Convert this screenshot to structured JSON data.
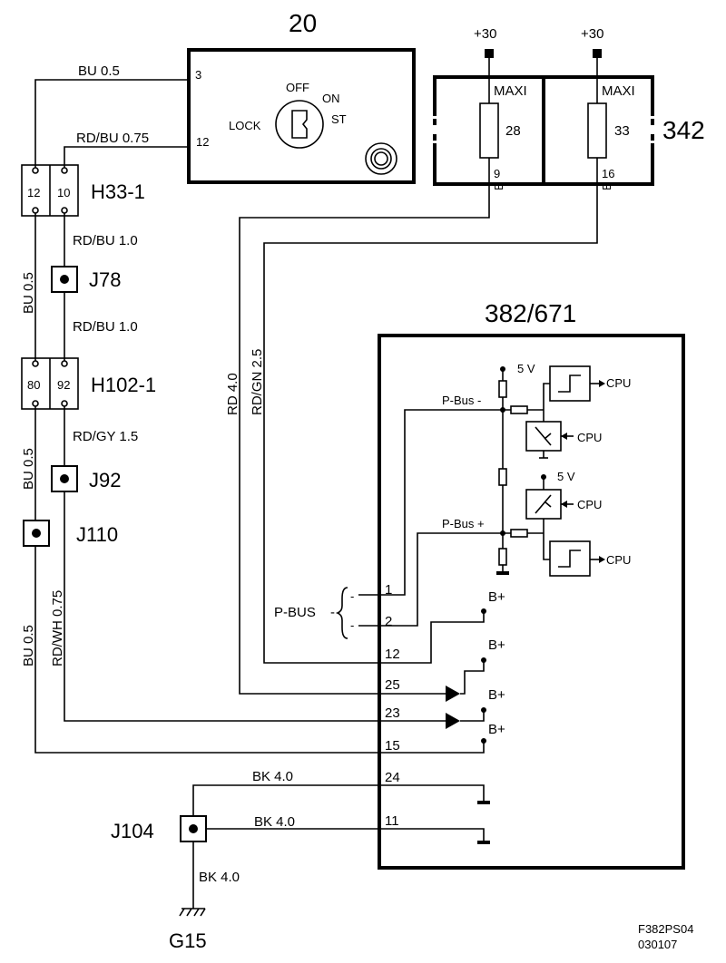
{
  "ignition_switch": {
    "ref": "20",
    "pin_3": "3",
    "pin_12": "12",
    "pos_off": "OFF",
    "pos_on": "ON",
    "pos_lock": "LOCK",
    "pos_st": "ST"
  },
  "fuse_box": {
    "ref": "342",
    "supply_left": "+30",
    "supply_right": "+30",
    "fuse_left_type": "MAXI",
    "fuse_left_num": "28",
    "fuse_left_pin": "9",
    "fuse_left_color": "B",
    "fuse_right_type": "MAXI",
    "fuse_right_num": "33",
    "fuse_right_pin": "16",
    "fuse_right_color": "B"
  },
  "connectors": {
    "h33_name": "H33-1",
    "h33_pin_a": "12",
    "h33_pin_b": "10",
    "h102_name": "H102-1",
    "h102_pin_a": "80",
    "h102_pin_b": "92"
  },
  "splices": {
    "j78": "J78",
    "j92": "J92",
    "j110": "J110",
    "j104": "J104"
  },
  "ground": {
    "ref": "G15"
  },
  "wires": {
    "bu_05_top": "BU   0.5",
    "rdbu_075": "RD/BU   0.75",
    "rdbu_10_a": "RD/BU 1.0",
    "rdbu_10_b": "RD/BU 1.0",
    "bu_05_v1": "BU  0.5",
    "bu_05_v2": "BU  0.5",
    "bu_05_v3": "BU   0.5",
    "rdgy_15": "RD/GY 1.5",
    "rdwh_075": "RD/WH  0.75",
    "rd_40": "RD  4.0",
    "rdgn_25": "RD/GN  2.5",
    "bk_40_a": "BK   4.0",
    "bk_40_b": "BK   4.0",
    "bk_40_c": "BK 4.0"
  },
  "module": {
    "ref": "382/671",
    "v5_a": "5 V",
    "v5_b": "5 V",
    "pbus_minus": "P-Bus -",
    "pbus_plus": "P-Bus +",
    "cpu_1": "CPU",
    "cpu_2": "CPU",
    "cpu_3": "CPU",
    "cpu_4": "CPU",
    "bplus_1": "B+",
    "bplus_2": "B+",
    "bplus_3": "B+",
    "bplus_4": "B+",
    "pin_1": "1",
    "pin_2": "2",
    "pin_12": "12",
    "pin_25": "25",
    "pin_23": "23",
    "pin_15": "15",
    "pin_24": "24",
    "pin_11": "11",
    "pbus_label": "P-BUS",
    "pbus_dash": "-",
    "pbus_minus_sign": "-",
    "pbus_plus_sign": "-"
  },
  "footer": {
    "code": "F382PS04",
    "date": "030107"
  }
}
